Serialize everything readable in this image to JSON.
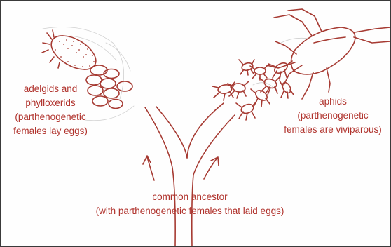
{
  "colors": {
    "ink": "#b0322c",
    "sketch": "#c7c7c7"
  },
  "labels": {
    "adelgids": [
      "adelgids and",
      "phylloxerids",
      "(parthenogenetic",
      "females lay eggs)"
    ],
    "aphids": [
      "aphids",
      "(parthenogenetic",
      "females are viviparous)"
    ],
    "ancestor": [
      "common ancestor",
      "(with parthenogenetic females that laid eggs)"
    ]
  }
}
